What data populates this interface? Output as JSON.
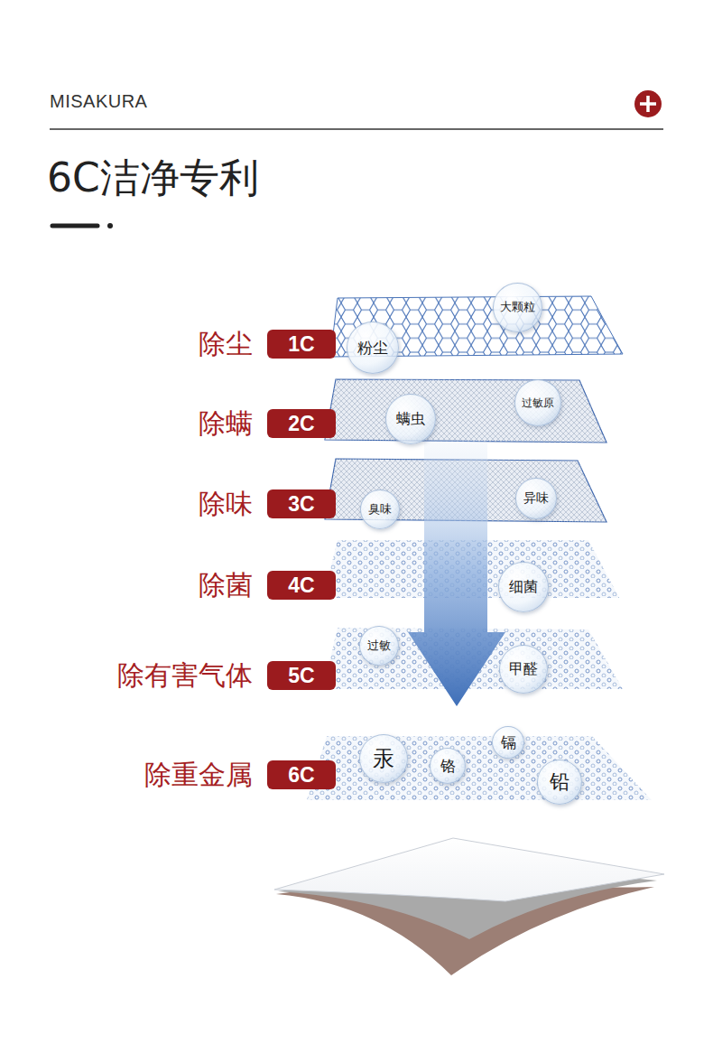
{
  "diagram": {
    "title": "6C洁净专利",
    "nodes": [
      {
        "text": [
          "除尘",
          "1C"
        ]
      },
      {
        "text": [
          "大颗粒"
        ]
      },
      {
        "text": [
          "粉尘"
        ]
      },
      {
        "text": [
          "除螨",
          "2C"
        ]
      },
      {
        "text": [
          "螨虫"
        ]
      },
      {
        "text": [
          "过敏原"
        ]
      },
      {
        "text": [
          "除味",
          "3C"
        ]
      },
      {
        "text": [
          "臭味"
        ]
      },
      {
        "text": [
          "异味"
        ]
      },
      {
        "text": [
          "除菌",
          "4C"
        ]
      },
      {
        "text": [
          "细菌"
        ]
      },
      {
        "text": [
          "除有害气体",
          "5C"
        ]
      },
      {
        "text": [
          "过敏"
        ]
      },
      {
        "text": [
          "甲醛"
        ]
      },
      {
        "text": [
          "除重金属",
          "6C"
        ]
      },
      {
        "text": [
          "汞"
        ]
      },
      {
        "text": [
          "铬"
        ]
      },
      {
        "text": [
          "镉"
        ]
      },
      {
        "text": [
          "铅"
        ]
      }
    ],
    "labels": [
      "MISAKURA"
    ]
  }
}
